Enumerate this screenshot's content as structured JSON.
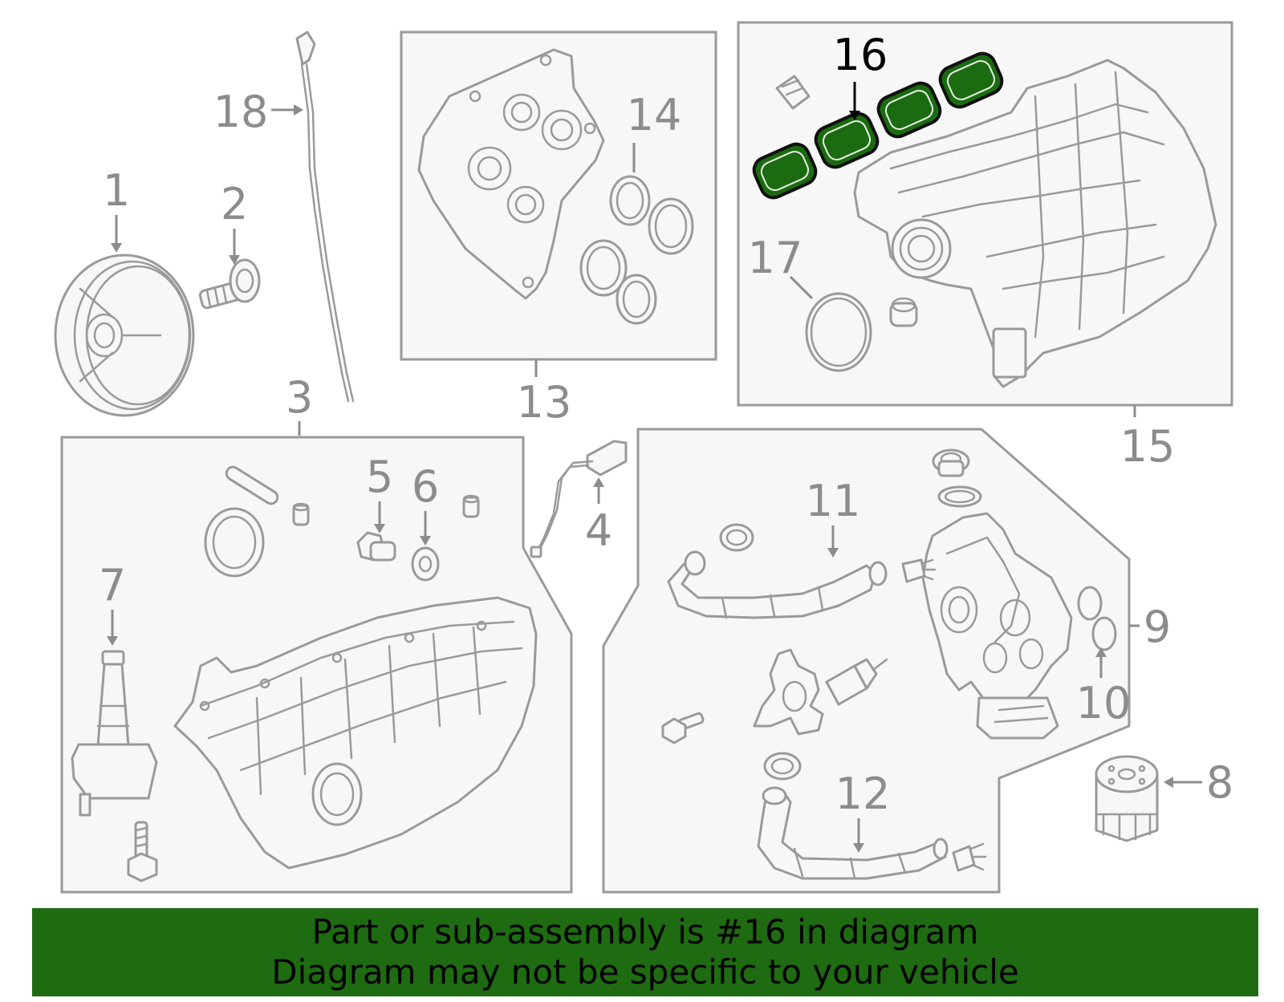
{
  "diagram": {
    "callouts": [
      {
        "id": "1",
        "label": "1"
      },
      {
        "id": "2",
        "label": "2"
      },
      {
        "id": "3",
        "label": "3"
      },
      {
        "id": "4",
        "label": "4"
      },
      {
        "id": "5",
        "label": "5"
      },
      {
        "id": "6",
        "label": "6"
      },
      {
        "id": "7",
        "label": "7"
      },
      {
        "id": "8",
        "label": "8"
      },
      {
        "id": "9",
        "label": "9"
      },
      {
        "id": "10",
        "label": "10"
      },
      {
        "id": "11",
        "label": "11"
      },
      {
        "id": "12",
        "label": "12"
      },
      {
        "id": "13",
        "label": "13"
      },
      {
        "id": "14",
        "label": "14"
      },
      {
        "id": "15",
        "label": "15"
      },
      {
        "id": "16",
        "label": "16"
      },
      {
        "id": "17",
        "label": "17"
      },
      {
        "id": "18",
        "label": "18"
      }
    ],
    "highlighted_part": "16",
    "highlight_color": "#1e6b12"
  },
  "banner": {
    "line1": "Part or sub-assembly is #16 in diagram",
    "line2": "Diagram may not be specific to your vehicle",
    "background": "#1e6b12"
  }
}
